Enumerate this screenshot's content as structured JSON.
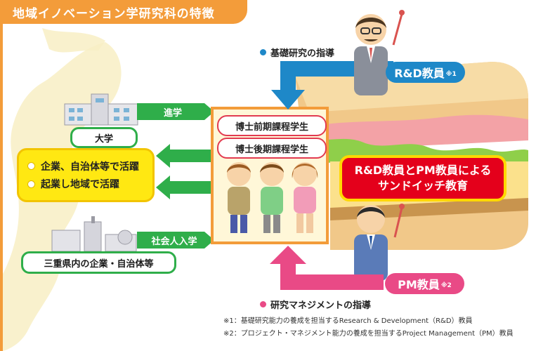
{
  "title": "地域イノベーション学研究科の特徴",
  "guidance_basic": "基礎研究の指導",
  "guidance_management": "研究マネジメントの指導",
  "rd_teacher": {
    "label": "R&D教員",
    "mark": "※1"
  },
  "pm_teacher": {
    "label": "PM教員",
    "mark": "※2"
  },
  "progression": {
    "arrow_label": "進学",
    "source": "大学"
  },
  "adult_entry": {
    "arrow_label": "社会人入学",
    "source": "三重県内の企業・自治体等"
  },
  "outcomes": [
    "企業、自治体等で活躍",
    "起業し地域で活躍"
  ],
  "students": {
    "first": "博士前期課程学生",
    "second": "博士後期課程学生"
  },
  "sandwich": {
    "line1": "R&D教員とPM教員による",
    "line2": "サンドイッチ教育"
  },
  "footnotes": [
    "※1：基礎研究能力の養成を担当するResearch & Development（R&D）教員",
    "※2：プロジェクト・マネジメント能力の養成を担当するProject Management（PM）教員"
  ],
  "colors": {
    "orange": "#f39c3a",
    "green": "#2fae4a",
    "blue": "#1e88c8",
    "pink": "#e94a86",
    "red": "#e4001b",
    "yellow": "#ffe812"
  }
}
